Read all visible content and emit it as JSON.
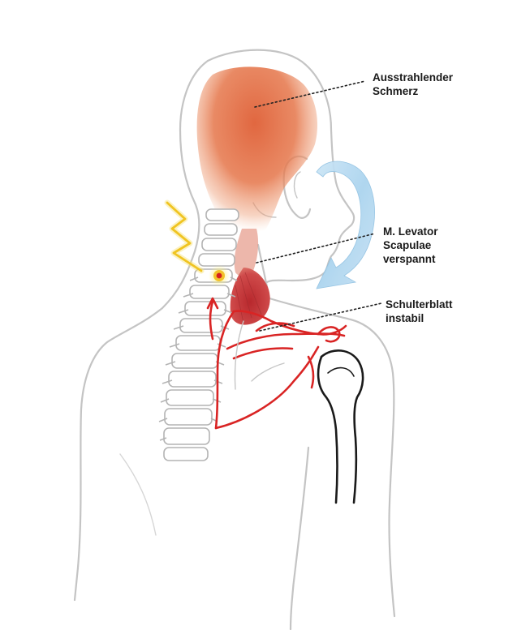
{
  "labels": {
    "radiating_pain": {
      "line1": "Ausstrahlender",
      "line2": "Schmerz"
    },
    "levator_scapulae": {
      "line1": "M. Levator",
      "line2": "Scapulae",
      "line3": "verspannt"
    },
    "scapula_unstable": {
      "line1": "Schulterblatt",
      "line2": "instabil"
    }
  },
  "colors": {
    "outline": "#c4c4c4",
    "pain": "#e0673f",
    "muscle": "#c9383c",
    "scapula": "#d92424",
    "arrow": "#9ccbe8",
    "bolt": "#f2cf2a",
    "humerus": "#1a1a1a",
    "leader": "#222222"
  }
}
